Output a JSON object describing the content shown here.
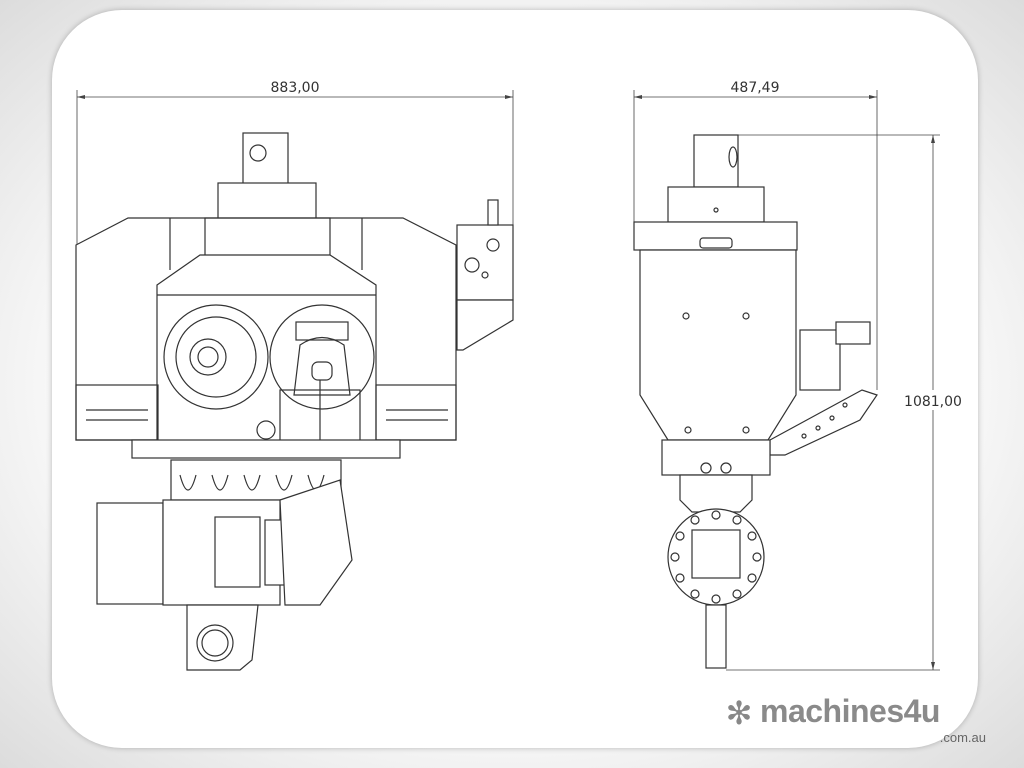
{
  "dimensions": {
    "front_width": "883,00",
    "side_width": "487,49",
    "height": "1081,00"
  },
  "logo": {
    "name": "machines4u",
    "domain": ".com.au",
    "icon": "snowflake-icon"
  },
  "colors": {
    "line": "#333333",
    "logo": "#8a8a8a"
  }
}
